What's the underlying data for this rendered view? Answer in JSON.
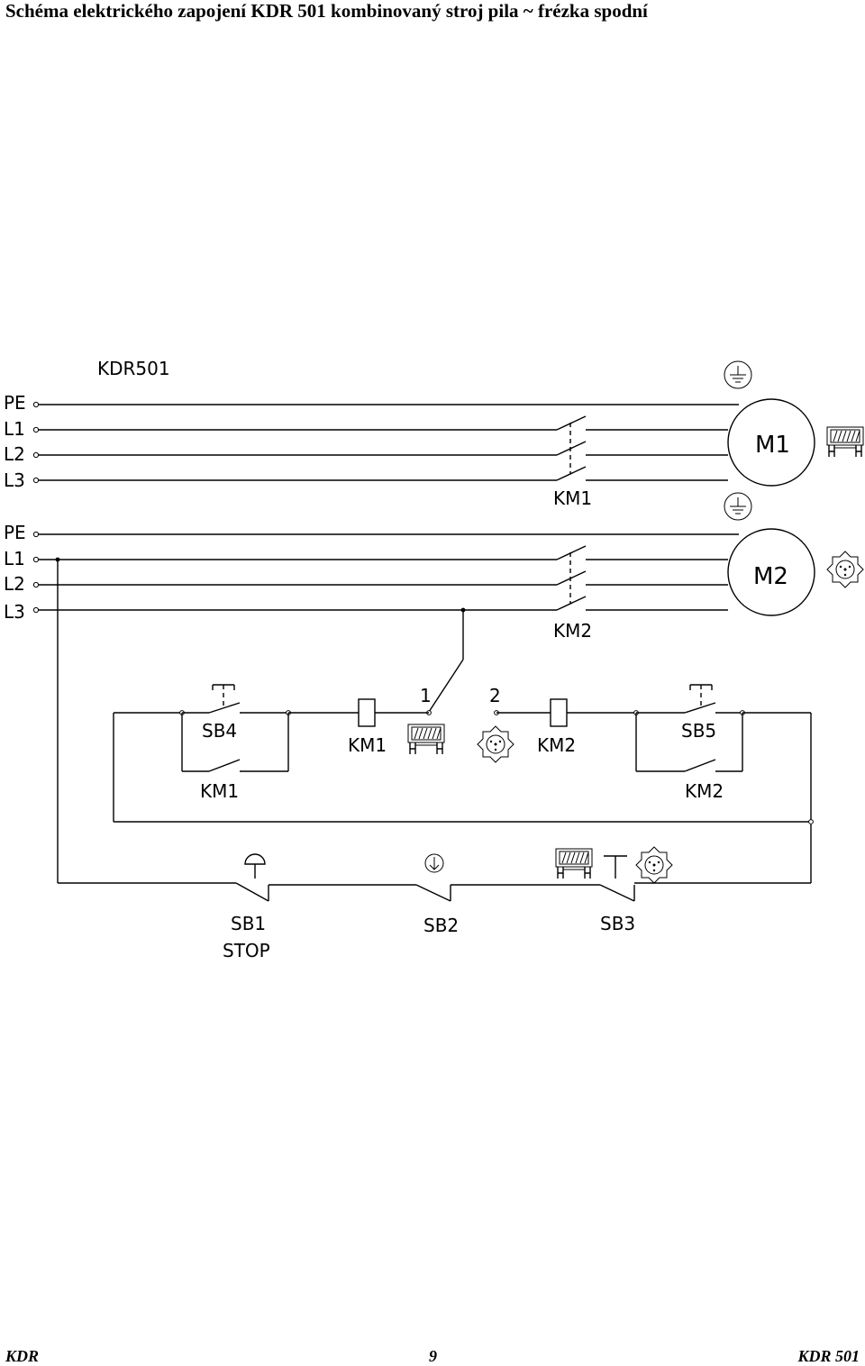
{
  "page": {
    "title": "Schéma elektrického zapojení KDR 501 kombinovaný stroj pila ~ frézka spodní"
  },
  "schematic": {
    "model_label": "KDR501",
    "supply_1": {
      "pe": "PE",
      "l1": "L1",
      "l2": "L2",
      "l3": "L3"
    },
    "supply_2": {
      "pe": "PE",
      "l1": "L1",
      "l2": "L2",
      "l3": "L3"
    },
    "motor_1": "M1",
    "motor_2": "M2",
    "contactor_1": "KM1",
    "contactor_2": "KM2",
    "selector_pos_1": "1",
    "selector_pos_2": "2",
    "coil_km1": "KM1",
    "coil_km2": "KM2",
    "button_sb4": "SB4",
    "button_sb5": "SB5",
    "holding_km1": "KM1",
    "holding_km2": "KM2",
    "button_sb1": "SB1",
    "button_sb1_sub": "STOP",
    "button_sb2": "SB2",
    "button_sb3": "SB3",
    "icons": [
      "ground-icon",
      "saw-table-icon",
      "router-cutter-icon",
      "emergency-stop-icon",
      "arrow-down-icon",
      "pushbutton-icon"
    ]
  },
  "footer": {
    "left": "KDR",
    "page_number": "9",
    "right": "KDR 501"
  }
}
